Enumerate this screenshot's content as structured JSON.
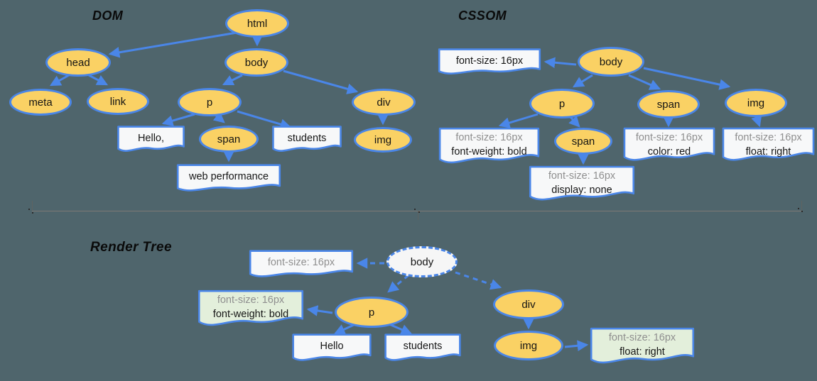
{
  "colors": {
    "bg": "#4f656c",
    "blue": "#4a86e8",
    "yellow": "#fad164",
    "box": "#f7f8f9",
    "green": "#e3efdb",
    "gray_text": "#8f8f8f",
    "black_text": "#161616",
    "render_body_fill": "#f6f6f6",
    "divider": "#8b8078"
  },
  "dom": {
    "title": "DOM",
    "nodes": {
      "html": "html",
      "head": "head",
      "body": "body",
      "meta": "meta",
      "link": "link",
      "p": "p",
      "span": "span",
      "div": "div",
      "img": "img"
    },
    "text_nodes": {
      "hello": "Hello,",
      "students": "students",
      "web_performance": "web performance"
    }
  },
  "cssom": {
    "title": "CSSOM",
    "nodes": {
      "body": "body",
      "p": "p",
      "span": "span",
      "img": "img",
      "span_child": "span"
    },
    "style_notes": {
      "body": {
        "line1": "font-size: 16px"
      },
      "p": {
        "line1": "font-size: 16px",
        "line2": "font-weight: bold"
      },
      "span": {
        "line1": "font-size: 16px",
        "line2": "color: red"
      },
      "img": {
        "line1": "font-size: 16px",
        "line2": "float: right"
      },
      "span_child": {
        "line1": "font-size: 16px",
        "line2": "display: none"
      }
    }
  },
  "render_tree": {
    "title": "Render Tree",
    "nodes": {
      "body": "body",
      "p": "p",
      "div": "div",
      "img": "img"
    },
    "text_nodes": {
      "hello": "Hello",
      "students": "students"
    },
    "style_notes": {
      "body": {
        "line1": "font-size: 16px"
      },
      "p": {
        "line1": "font-size: 16px",
        "line2": "font-weight: bold"
      },
      "img": {
        "line1": "font-size: 16px",
        "line2": "float: right"
      }
    }
  }
}
